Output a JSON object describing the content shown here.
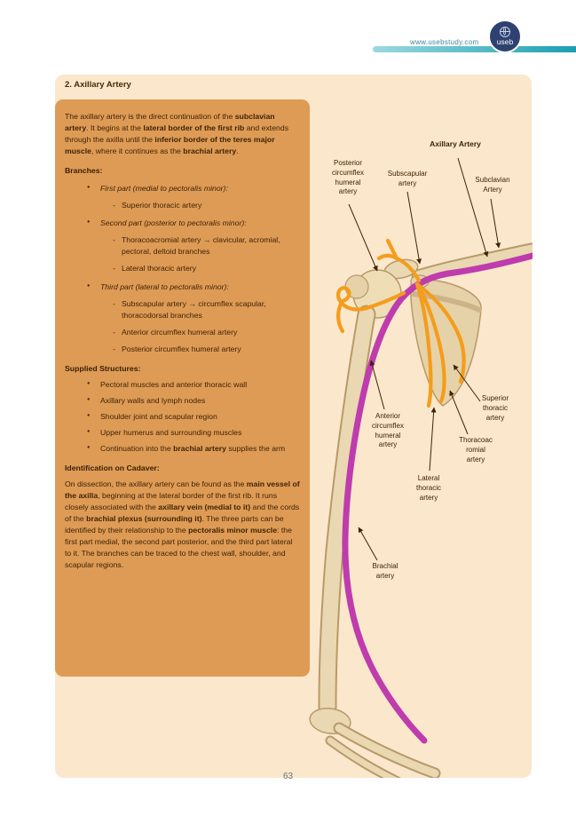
{
  "header": {
    "url": "www.usebstudy.com",
    "logo_text": "useb"
  },
  "doc": {
    "title": "2. Axillary Artery",
    "intro": [
      {
        "t": "The axillary artery is the direct continuation of the "
      },
      {
        "t": "subclavian artery",
        "b": true
      },
      {
        "t": ". It begins at the "
      },
      {
        "t": "lateral border of the first rib",
        "b": true
      },
      {
        "t": " and extends through the axilla until the "
      },
      {
        "t": "inferior border of the teres major muscle",
        "b": true
      },
      {
        "t": ", where it continues as the "
      },
      {
        "t": "brachial artery",
        "b": true
      },
      {
        "t": "."
      }
    ],
    "branches_heading": "Branches:",
    "branches": [
      {
        "label": "First part (medial to pectoralis minor):",
        "subs": [
          [
            {
              "t": "Superior thoracic artery"
            }
          ]
        ]
      },
      {
        "label": "Second part (posterior to pectoralis minor):",
        "subs": [
          [
            {
              "t": "Thoracoacromial artery → clavicular, acromial, pectoral, deltoid branches"
            }
          ],
          [
            {
              "t": "Lateral thoracic artery"
            }
          ]
        ]
      },
      {
        "label": "Third part (lateral to pectoralis minor):",
        "subs": [
          [
            {
              "t": "Subscapular artery → circumflex scapular, thoracodorsal branches"
            }
          ],
          [
            {
              "t": "Anterior circumflex humeral artery"
            }
          ],
          [
            {
              "t": "Posterior circumflex humeral artery"
            }
          ]
        ]
      }
    ],
    "supplied_heading": "Supplied Structures:",
    "supplied": [
      [
        {
          "t": "Pectoral muscles and anterior thoracic wall"
        }
      ],
      [
        {
          "t": "Axillary walls and lymph nodes"
        }
      ],
      [
        {
          "t": "Shoulder joint and scapular region"
        }
      ],
      [
        {
          "t": "Upper humerus and surrounding muscles"
        }
      ],
      [
        {
          "t": "Continuation into the "
        },
        {
          "t": "brachial artery",
          "b": true
        },
        {
          "t": " supplies the arm"
        }
      ]
    ],
    "identification_heading": "Identification on Cadaver:",
    "identification": [
      {
        "t": "On dissection, the axillary artery can be found as the "
      },
      {
        "t": "main vessel of the axilla",
        "b": true
      },
      {
        "t": ", beginning at the lateral border of the first rib. It runs closely associated with the "
      },
      {
        "t": "axillary vein (medial to it)",
        "b": true
      },
      {
        "t": " and the cords of the "
      },
      {
        "t": "brachial plexus (surrounding it)",
        "b": true
      },
      {
        "t": ". The three parts can be identified by their relationship to the "
      },
      {
        "t": "pectoralis minor muscle",
        "b": true
      },
      {
        "t": ": the first part medial, the second part posterior, and the third part lateral to it. The branches can be traced to the chest wall, shoulder, and scapular regions."
      }
    ]
  },
  "figure": {
    "labels": [
      {
        "text": "Axillary Artery"
      },
      {
        "text": "Posterior\ncircumflex\nhumeral\nartery"
      },
      {
        "text": "Subscapular\nartery"
      },
      {
        "text": "Subclavian\nArtery"
      },
      {
        "text": "Superior\nthoracic\nartery"
      },
      {
        "text": "Thoracoac\nromial\nartery"
      },
      {
        "text": "Lateral\nthoracic\nartery"
      },
      {
        "text": "Anterior\ncircumflex\nhumeral\nartery"
      },
      {
        "text": "Brachial\nartery"
      }
    ]
  },
  "footer": {
    "page_number": "63"
  },
  "colors": {
    "card_bg": "#FBE7CB",
    "panel_bg": "#DE9B55",
    "text": "#3E2306",
    "teal_accent": "#1B9FB2",
    "logo_navy": "#2E4170",
    "artery_magenta": "#BE3CAD",
    "branch_orange": "#F49D1C",
    "bone": "#EAD8B2"
  }
}
